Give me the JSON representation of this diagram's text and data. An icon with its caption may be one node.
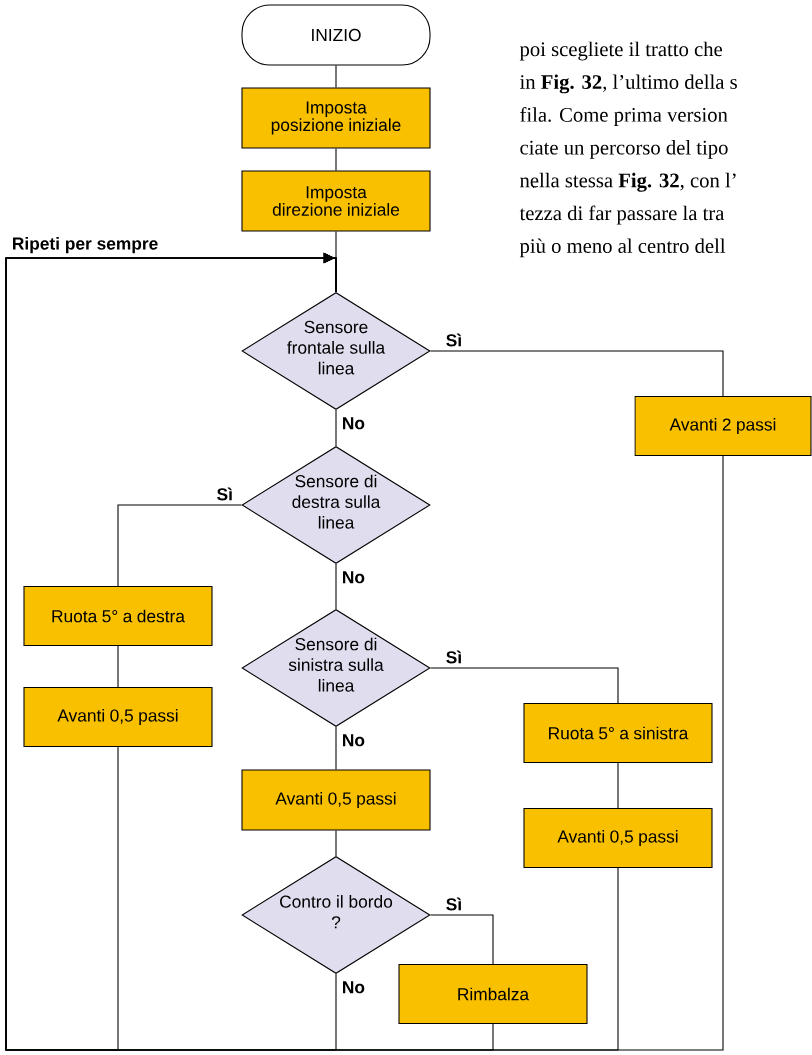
{
  "diagram": {
    "nodes": [
      {
        "text": [
          "INIZIO"
        ]
      },
      {
        "text": [
          "Imposta posizione iniziale"
        ]
      },
      {
        "text": [
          "Imposta direzione iniziale"
        ]
      },
      {
        "text": [
          "Sensore frontale sulla linea"
        ]
      },
      {
        "text": [
          "Avanti 2 passi"
        ]
      },
      {
        "text": [
          "Sensore di destra sulla linea"
        ]
      },
      {
        "text": [
          "Ruota 5° a destra"
        ]
      },
      {
        "text": [
          "Avanti 0,5 passi"
        ]
      },
      {
        "text": [
          "Sensore di sinistra sulla linea"
        ]
      },
      {
        "text": [
          "Ruota 5° a sinistra"
        ]
      },
      {
        "text": [
          "Avanti 0,5 passi"
        ]
      },
      {
        "text": [
          "Avanti 0,5 passi"
        ]
      },
      {
        "text": [
          "Contro il bordo ?"
        ]
      },
      {
        "text": [
          "Rimbalza"
        ]
      }
    ],
    "edges": [
      {
        "from": 0,
        "to": 1,
        "arrow": "none"
      },
      {
        "from": 1,
        "to": 2,
        "arrow": "none"
      },
      {
        "from": 2,
        "to": 3,
        "arrow": "none"
      },
      {
        "from": 3,
        "to": 4,
        "arrow": "none",
        "label": "Sì"
      },
      {
        "from": 3,
        "to": 5,
        "arrow": "none",
        "label": "No"
      },
      {
        "from": 5,
        "to": 6,
        "arrow": "none",
        "label": "Sì"
      },
      {
        "from": 6,
        "to": 7,
        "arrow": "none"
      },
      {
        "from": 5,
        "to": 8,
        "arrow": "none",
        "label": "No"
      },
      {
        "from": 8,
        "to": 9,
        "arrow": "none",
        "label": "Sì"
      },
      {
        "from": 9,
        "to": 11,
        "arrow": "none"
      },
      {
        "from": 8,
        "to": 10,
        "arrow": "none",
        "label": "No"
      },
      {
        "from": 10,
        "to": 12,
        "arrow": "none"
      },
      {
        "from": 12,
        "to": 13,
        "arrow": "none",
        "label": "Sì"
      },
      {
        "from": 7,
        "to": 3,
        "arrow": "to"
      },
      {
        "from": 4,
        "to": 3,
        "arrow": "to"
      },
      {
        "from": 11,
        "to": 3,
        "arrow": "to"
      },
      {
        "from": 12,
        "to": 3,
        "arrow": "to",
        "label": "No"
      },
      {
        "from": 13,
        "to": 3,
        "arrow": "to"
      }
    ],
    "labels": [
      "Ripeti per sempre",
      "poi scegliete il tratto che",
      "in **Fig. 32**, l’ultimo della s",
      "fila. Come prima version",
      "ciate un percorso del tipo",
      "nella stessa **Fig. 32**, con l’",
      "tezza di far passare la tra",
      "più o meno al centro dell"
    ]
  }
}
